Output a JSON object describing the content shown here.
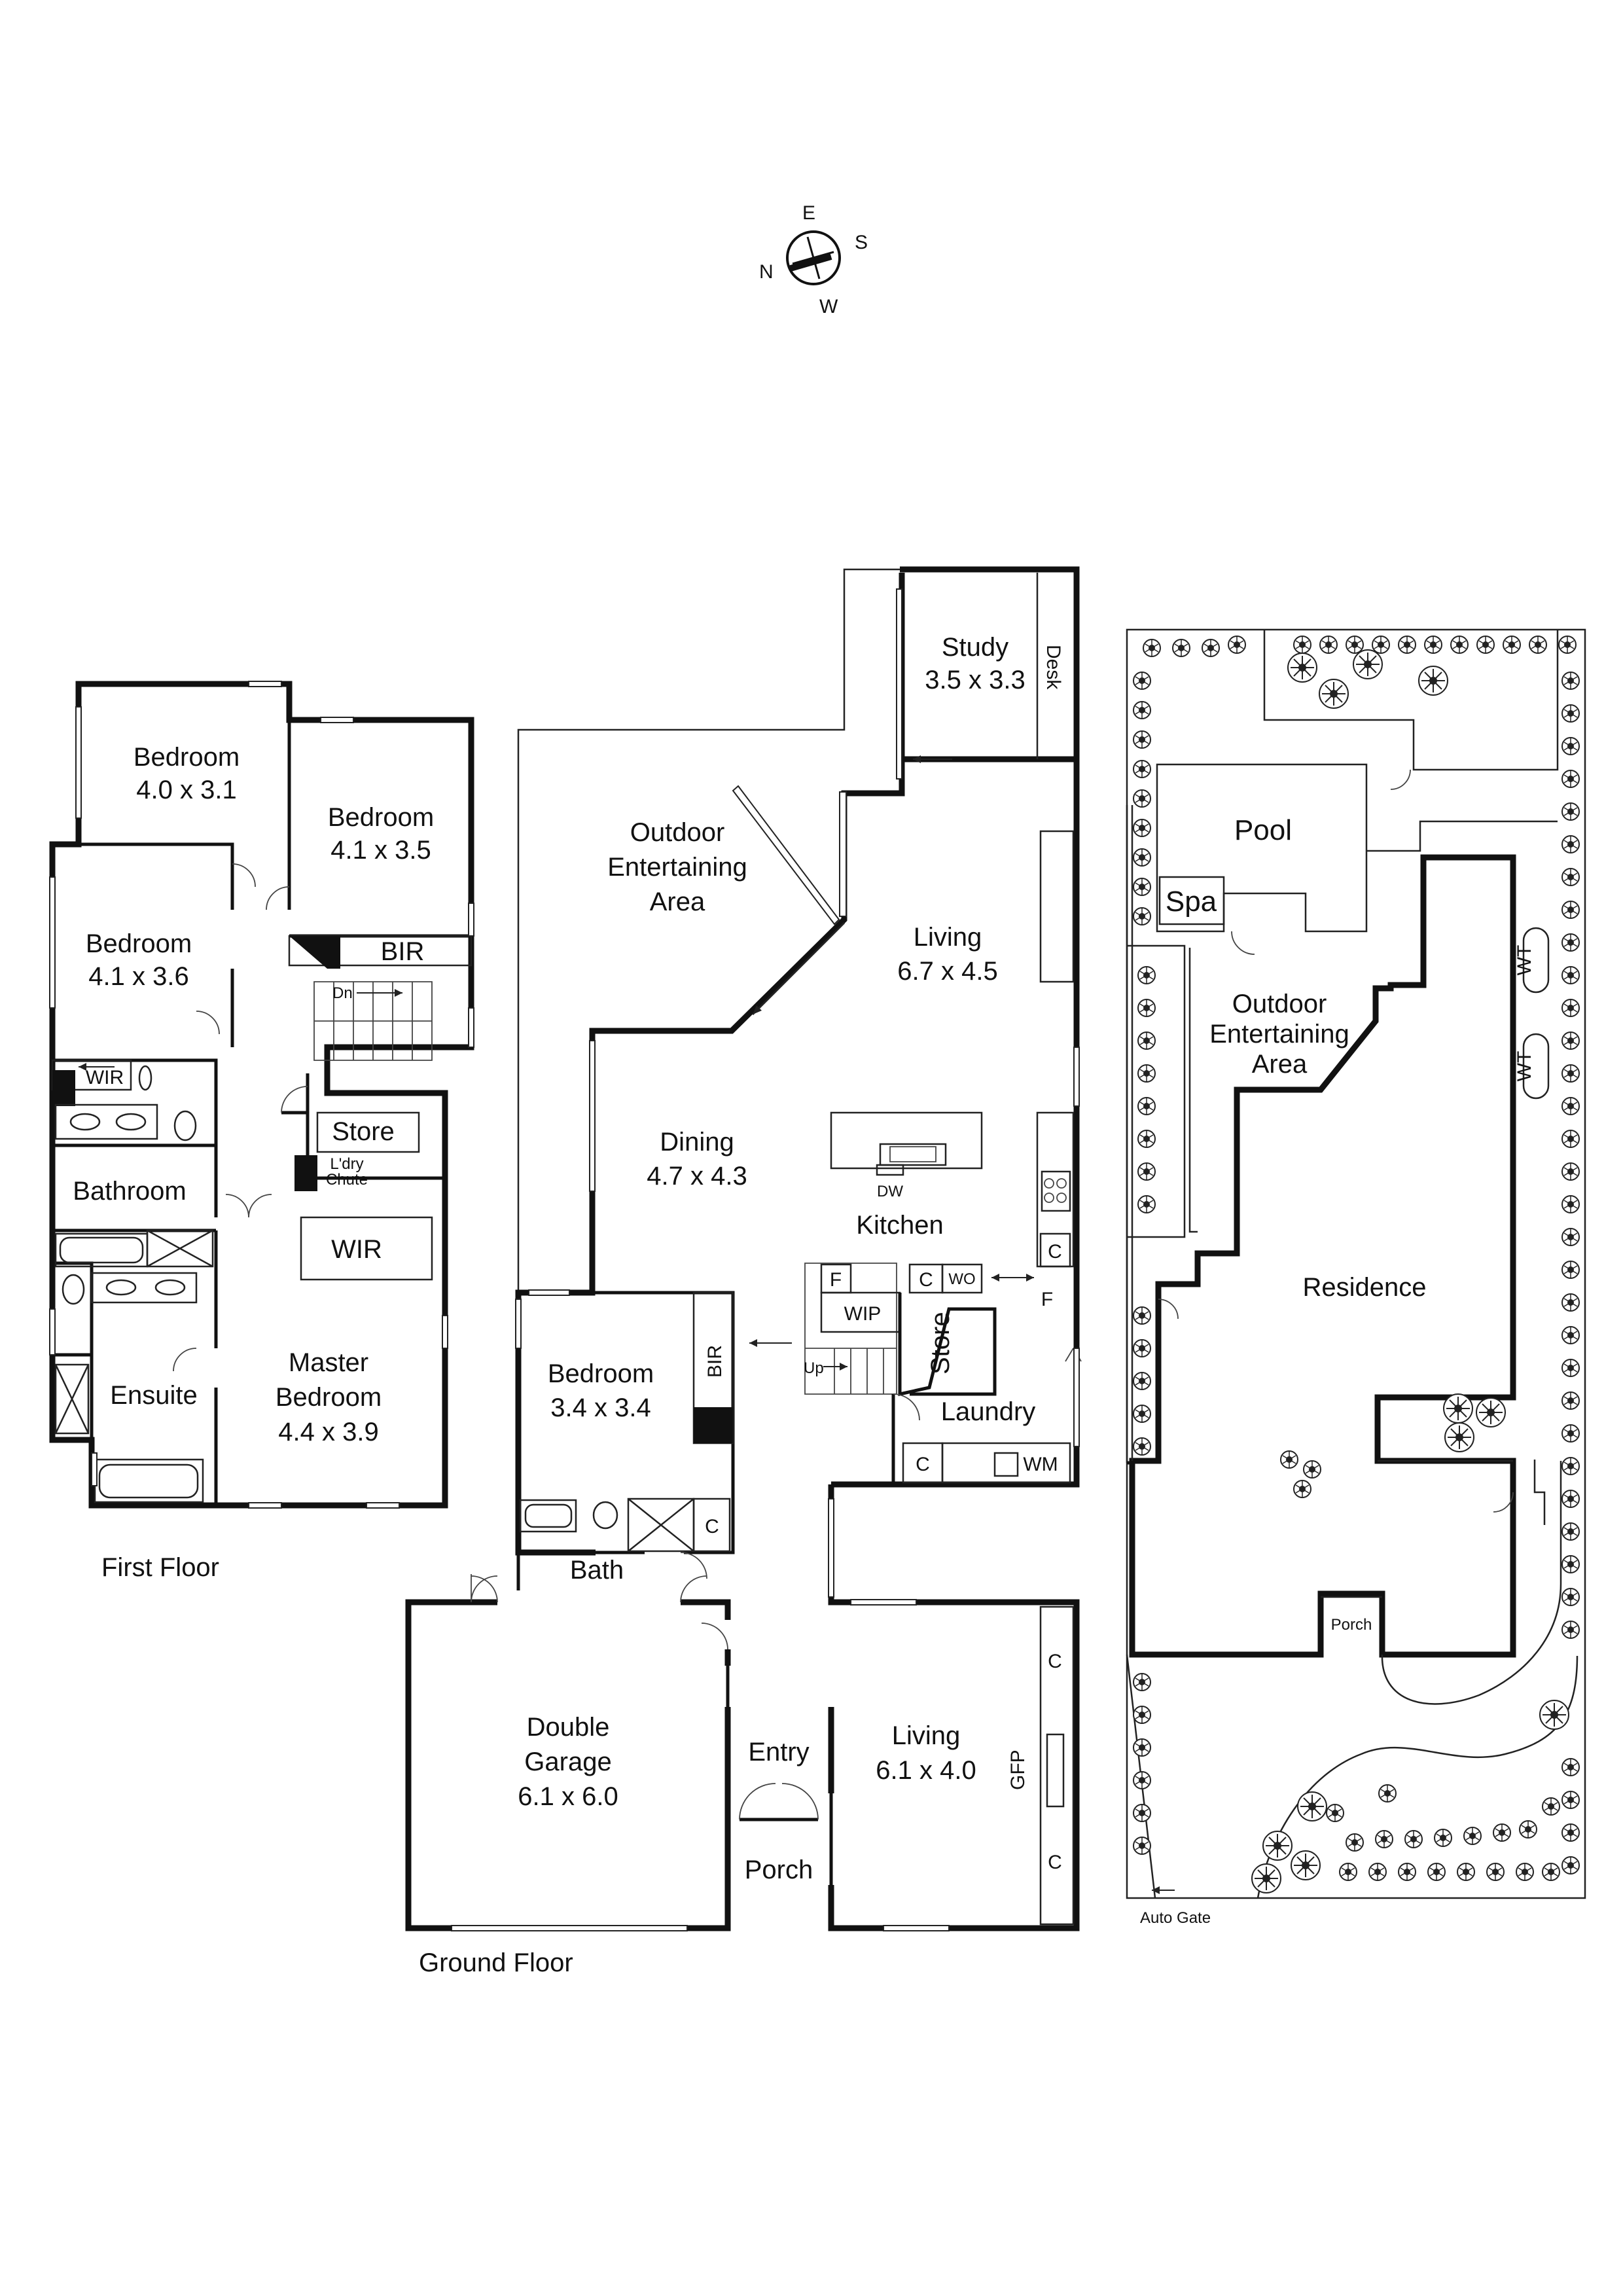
{
  "compass": {
    "n": "N",
    "e": "E",
    "s": "S",
    "w": "W"
  },
  "first_floor": {
    "caption": "First Floor",
    "rooms": {
      "bed1": {
        "name": "Bedroom",
        "dims": "4.0 x 3.1"
      },
      "bed2": {
        "name": "Bedroom",
        "dims": "4.1 x 3.5"
      },
      "bed3": {
        "name": "Bedroom",
        "dims": "4.1 x 3.6"
      },
      "bir": "BIR",
      "dn": "Dn",
      "wir_small": "WIR",
      "store": "Store",
      "chute_1": "L'dry",
      "chute_2": "Chute",
      "bathroom": "Bathroom",
      "wir": "WIR",
      "ensuite": "Ensuite",
      "master_1": "Master",
      "master_2": "Bedroom",
      "master_dims": "4.4 x 3.9"
    }
  },
  "ground_floor": {
    "caption": "Ground Floor",
    "rooms": {
      "study": {
        "name": "Study",
        "dims": "3.5 x 3.3"
      },
      "desk": "Desk",
      "outdoor_1": "Outdoor",
      "outdoor_2": "Entertaining",
      "outdoor_3": "Area",
      "living": {
        "name": "Living",
        "dims": "6.7 x 4.5"
      },
      "dining": {
        "name": "Dining",
        "dims": "4.7 x 4.3"
      },
      "dw": "DW",
      "kitchen": "Kitchen",
      "f1": "F",
      "c1": "C",
      "wo": "WO",
      "f2": "F",
      "c2": "C",
      "wip": "WIP",
      "store": "Store",
      "up": "Up",
      "bedroom": {
        "name": "Bedroom",
        "dims": "3.4 x 3.4"
      },
      "bir": "BIR",
      "laundry": "Laundry",
      "c3": "C",
      "wm": "WM",
      "c4": "C",
      "bath": "Bath",
      "garage_1": "Double",
      "garage_2": "Garage",
      "garage_dims": "6.1 x 6.0",
      "entry": "Entry",
      "porch": "Porch",
      "living2": {
        "name": "Living",
        "dims": "6.1 x 4.0"
      },
      "c5": "C",
      "gfp": "GFP",
      "c6": "C"
    }
  },
  "site_plan": {
    "pool": "Pool",
    "spa": "Spa",
    "outdoor_1": "Outdoor",
    "outdoor_2": "Entertaining",
    "outdoor_3": "Area",
    "wt1": "WT",
    "wt2": "WT",
    "residence": "Residence",
    "porch": "Porch",
    "auto_gate": "Auto Gate"
  }
}
